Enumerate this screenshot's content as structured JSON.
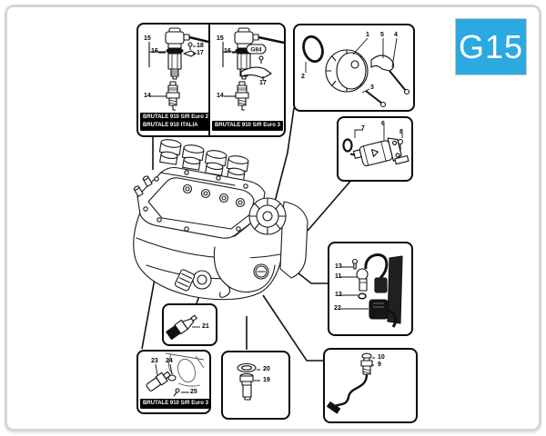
{
  "page": {
    "badge": "G15"
  },
  "colors": {
    "accent": "#2BA9E0",
    "line": "#111111"
  },
  "coil_box_left": {
    "n15": "15",
    "n16": "16",
    "n18": "18",
    "n17": "17",
    "n14": "14",
    "variant1": "BRUTALE 910 S/R Euro 2",
    "variant2": "BRUTALE 910 ITALIA"
  },
  "coil_box_right": {
    "n15": "15",
    "n16": "16",
    "badge": "G84",
    "n17": "17",
    "n14": "14",
    "variant": "BRUTALE 910 S/R Euro 3"
  },
  "alternator_box": {
    "n1": "1",
    "n5": "5",
    "n4": "4",
    "n2": "2",
    "n3": "3"
  },
  "starter_box": {
    "n7": "7",
    "n6": "6",
    "n8": "8"
  },
  "harness_box": {
    "n13": "13",
    "n11": "11",
    "n12": "12",
    "n22": "22"
  },
  "cable_sensor_box": {
    "n10": "10",
    "n9": "9"
  },
  "temp_sensor_box": {
    "n20": "20",
    "n19": "19"
  },
  "pressure_sensor_box": {
    "n21": "21"
  },
  "speed_sensor_box": {
    "n23": "23",
    "n24": "24",
    "n25": "25",
    "variant": "BRUTALE 910 S/R Euro 3"
  }
}
